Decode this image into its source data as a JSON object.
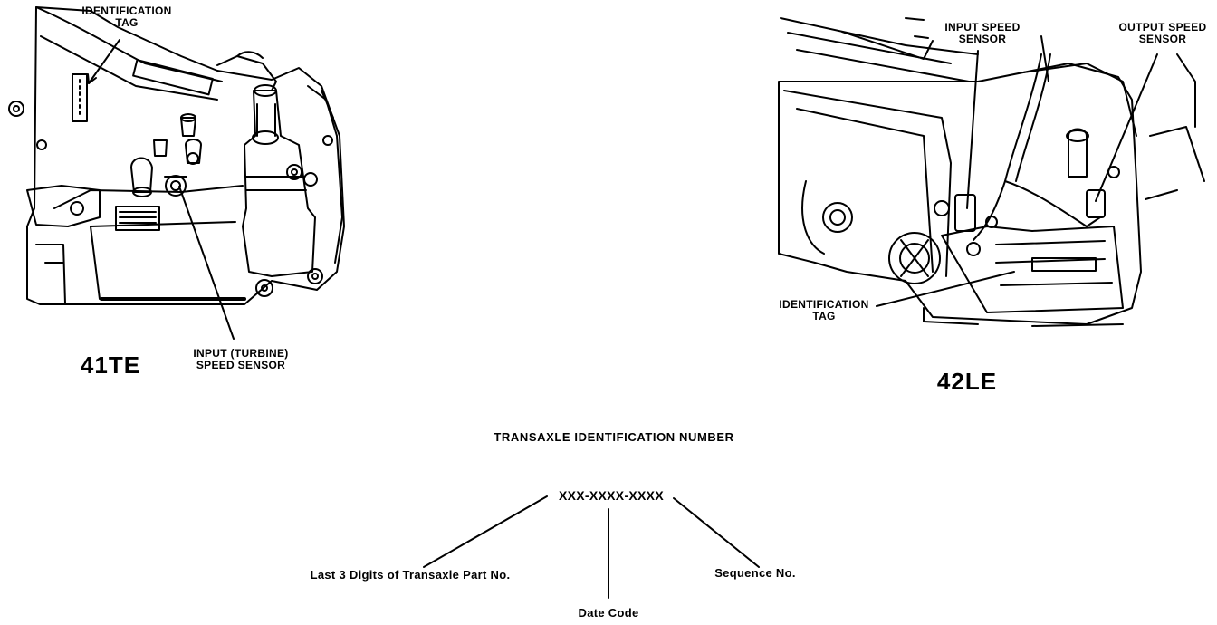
{
  "left_drawing": {
    "model": "41TE",
    "id_tag_label": [
      "IDENTIFICATION",
      "TAG"
    ],
    "sensor_label": [
      "INPUT (TURBINE)",
      "SPEED SENSOR"
    ]
  },
  "right_drawing": {
    "model": "42LE",
    "input_sensor_label": [
      "INPUT SPEED",
      "SENSOR"
    ],
    "output_sensor_label": [
      "OUTPUT SPEED",
      "SENSOR"
    ],
    "id_tag_label": [
      "IDENTIFICATION",
      "TAG"
    ]
  },
  "tin": {
    "title": "TRANSAXLE IDENTIFICATION NUMBER",
    "format": "XXX-XXXX-XXXX",
    "part_digits": "Last 3 Digits of Transaxle Part No.",
    "date_code": "Date Code",
    "sequence": "Sequence No."
  },
  "colors": {
    "ink": "#000000",
    "paper": "#ffffff"
  }
}
